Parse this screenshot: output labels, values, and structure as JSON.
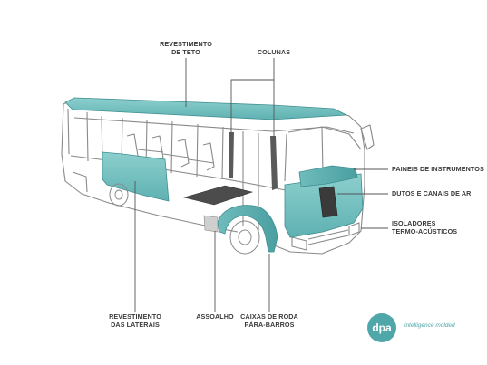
{
  "labels": {
    "revestimento_teto": [
      "REVESTIMENTO",
      "DE TETO"
    ],
    "colunas": [
      "COLUNAS"
    ],
    "paineis": [
      "PAINEIS DE INSTRUMENTOS"
    ],
    "dutos": [
      "DUTOS E CANAIS DE AR"
    ],
    "isoladores": [
      "ISOLADORES",
      "TERMO-ACÚSTICOS"
    ],
    "revestimento_laterais": [
      "REVESTIMENTO",
      "DAS LATERAIS"
    ],
    "assoalho": [
      "ASSOALHO"
    ],
    "caixas_roda": [
      "CAIXAS DE RODA",
      "PÁRA-BARROS"
    ]
  },
  "logo": {
    "mark": "dpa",
    "tagline": "intelligence molded"
  },
  "colors": {
    "accent": "#4fa7a9",
    "highlight_fill": "#7cc4c4",
    "line": "#555555",
    "outline": "#7a7a7a"
  }
}
